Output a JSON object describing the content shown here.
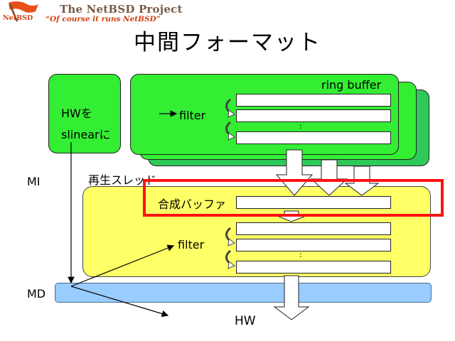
{
  "header": {
    "project": "The NetBSD Project",
    "tagline": "“Of course it runs NetBSD”",
    "logo_text": "NetBSD"
  },
  "slide": {
    "title": "中間フォーマット"
  },
  "diagram": {
    "hw_box": {
      "line1": "HWを",
      "line2": "slinearに"
    },
    "ring_buffer": {
      "label": "ring buffer",
      "filter": "filter",
      "dots": ":"
    },
    "thread": {
      "label": "再生スレッド",
      "mix_buffer": "合成バッファ",
      "filter": "filter",
      "dots": ":"
    },
    "layer_mi": "MI",
    "layer_md": "MD",
    "output": "HW",
    "colors": {
      "green": "#33ee33",
      "dark_green": "#2ec95a",
      "yellow": "#ffff66",
      "md_blue": "#99ccff",
      "highlight_red": "#ff1111"
    }
  }
}
